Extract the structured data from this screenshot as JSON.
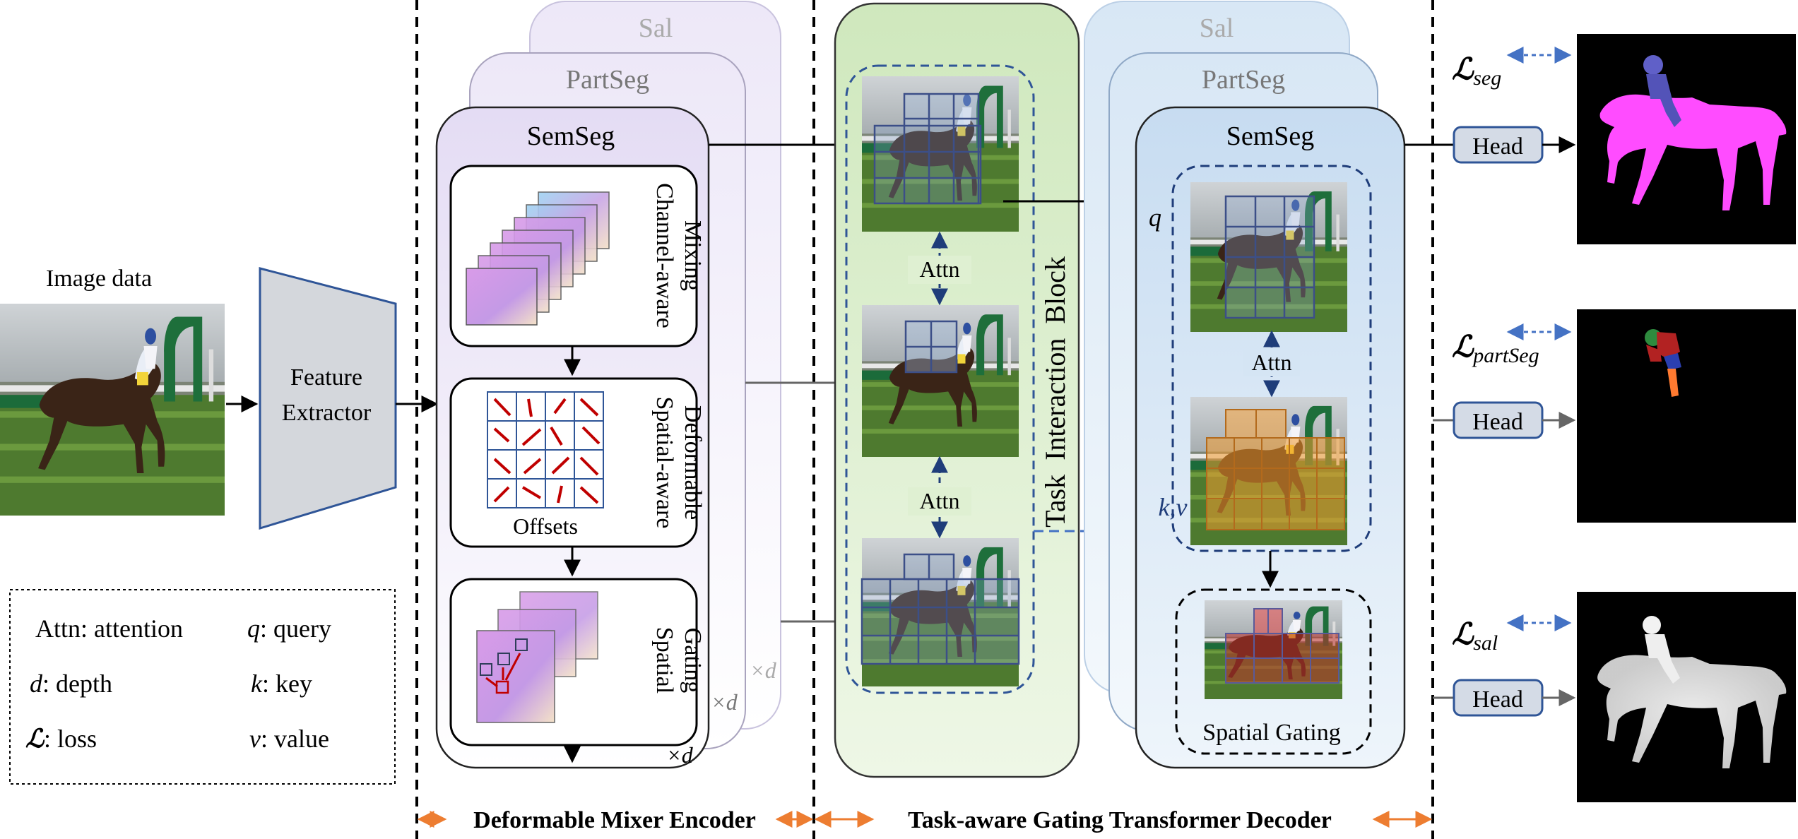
{
  "input": {
    "label": "Image data",
    "extractor_line1": "Feature",
    "extractor_line2": "Extractor"
  },
  "legend": {
    "items": [
      {
        "sym": "Attn",
        "text": ": attention"
      },
      {
        "sym": "q",
        "text": ": query"
      },
      {
        "sym": "d",
        "text": ": depth"
      },
      {
        "sym": "k",
        "text": ": key"
      },
      {
        "sym": "ℒ",
        "text": ": loss"
      },
      {
        "sym": "v",
        "text": ": value"
      }
    ]
  },
  "encoder": {
    "back_label_1": "Sal",
    "back_label_2": "PartSeg",
    "front_label": "SemSeg",
    "mixing_line1": "Channel-aware",
    "mixing_line2": "Mixing",
    "deform_line1": "Spatial-aware",
    "deform_line2": "Deformable",
    "offsets_label": "Offsets",
    "gating_line1": "Spatial",
    "gating_line2": "Gating",
    "depth_label": "×d",
    "section_label": "Deformable Mixer Encoder"
  },
  "interaction": {
    "title_line": "Task  Interaction  Block",
    "attn_label": "Attn"
  },
  "decoder": {
    "back_label_1": "Sal",
    "back_label_2": "PartSeg",
    "front_label": "SemSeg",
    "q_label": "q",
    "kv_label": "k,v",
    "attn_label": "Attn",
    "spatial_gating_label": "Spatial Gating",
    "section_label": "Task-aware Gating Transformer Decoder"
  },
  "outputs": [
    {
      "head": "Head",
      "loss_symbol": "ℒ",
      "loss_sub": "seg"
    },
    {
      "head": "Head",
      "loss_symbol": "ℒ",
      "loss_sub": "partSeg"
    },
    {
      "head": "Head",
      "loss_symbol": "ℒ",
      "loss_sub": "sal"
    }
  ],
  "colors": {
    "encoder_fill": "#e9e3f5",
    "interaction_fill": "#d7ecc4",
    "decoder_fill": "#cfe2f3",
    "arrow_orange": "#ed7d31",
    "arrow_blue_dashed": "#4472c4",
    "magenta_horse": "#ff4cff",
    "rider_blue": "#5b5bc9"
  }
}
